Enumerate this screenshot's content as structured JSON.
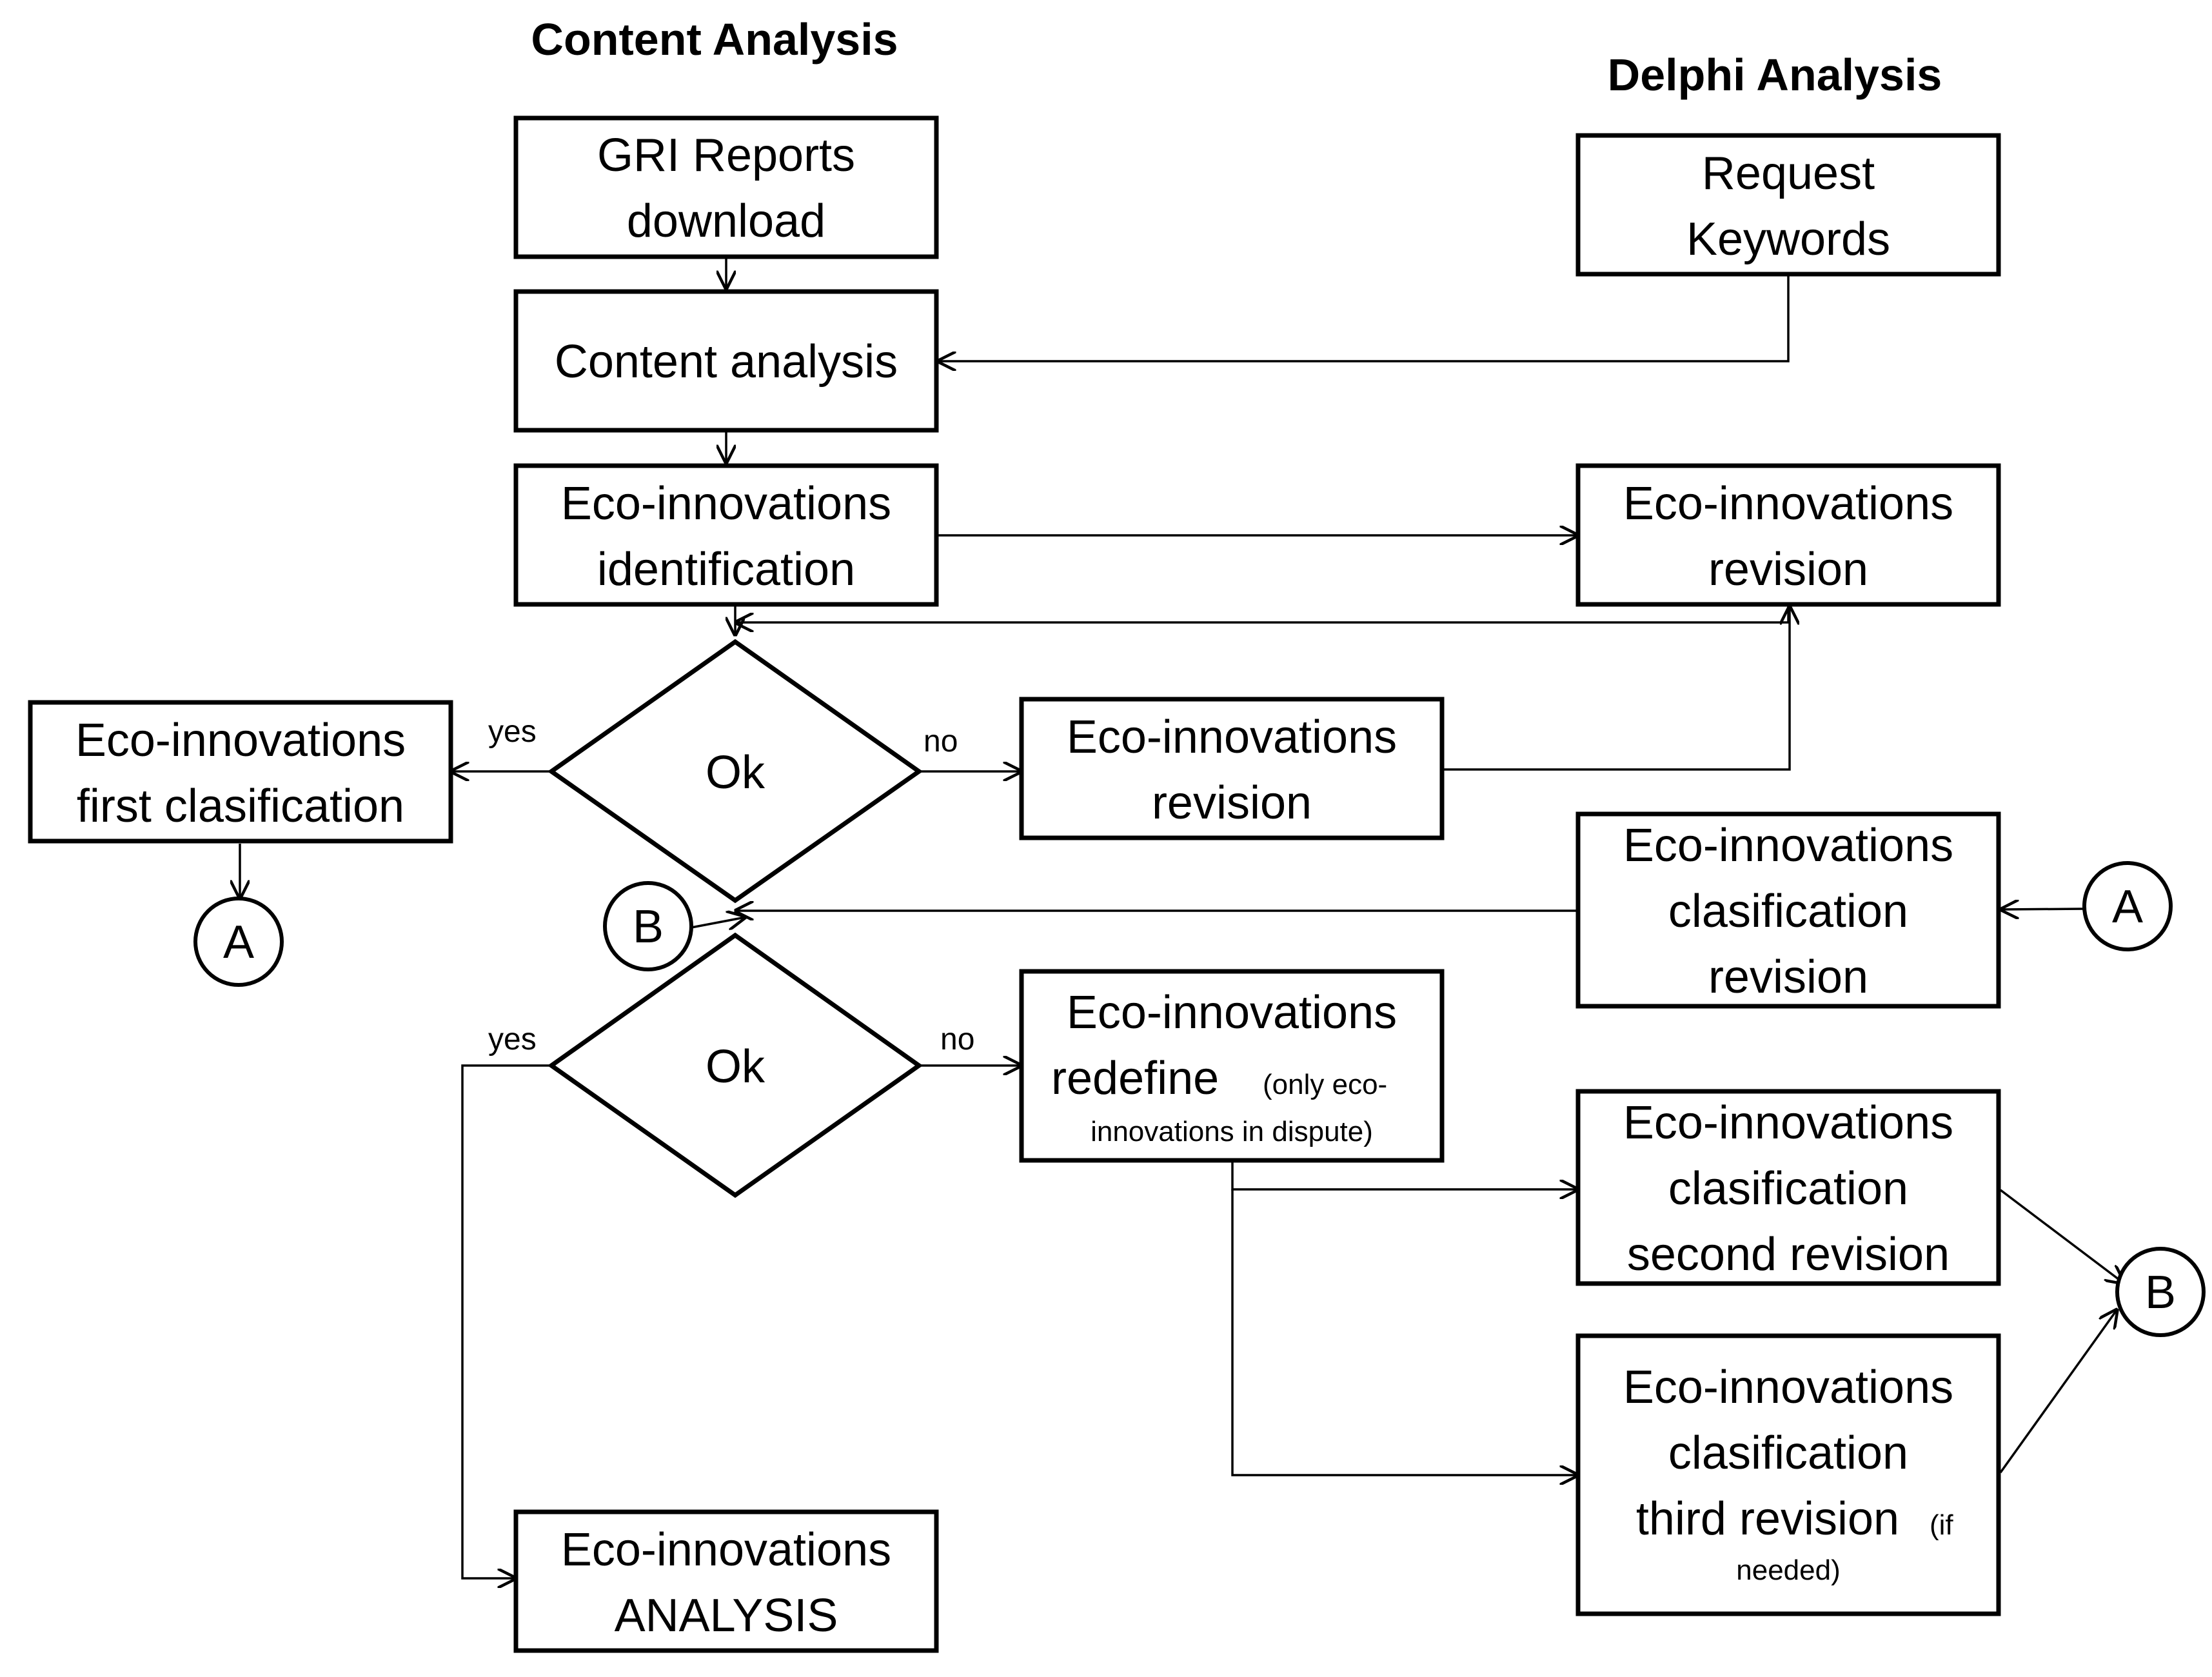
{
  "headers": {
    "content": "Content Analysis",
    "delphi": "Delphi Analysis"
  },
  "boxes": {
    "gri": [
      "GRI Reports",
      "download"
    ],
    "content": [
      "Content analysis"
    ],
    "identification": [
      "Eco-innovations",
      "identification"
    ],
    "request": [
      "Request",
      "Keywords"
    ],
    "revision_top": [
      "Eco-innovations",
      "revision"
    ],
    "first_clasification": [
      "Eco-innovations",
      "first clasification"
    ],
    "revision_mid": [
      "Eco-innovations",
      "revision"
    ],
    "clasification_revision": [
      "Eco-innovations",
      "clasification",
      "revision"
    ],
    "redefine": {
      "line1": "Eco-innovations",
      "line2": "redefine",
      "note1": "(only eco-",
      "note2": "innovations in dispute)"
    },
    "second_revision": [
      "Eco-innovations",
      "clasification",
      "second revision"
    ],
    "third_revision": {
      "line1": "Eco-innovations",
      "line2": "clasification",
      "line3": "third revision",
      "note1": "(if",
      "note2": "needed)"
    },
    "analysis": [
      "Eco-innovations",
      "ANALYSIS"
    ]
  },
  "decisions": {
    "first": "Ok",
    "second": "Ok"
  },
  "branch_labels": {
    "yes1": "yes",
    "no1": "no",
    "yes2": "yes",
    "no2": "no"
  },
  "connectors": {
    "a_left": "A",
    "a_right": "A",
    "b_left": "B",
    "b_right": "B"
  }
}
